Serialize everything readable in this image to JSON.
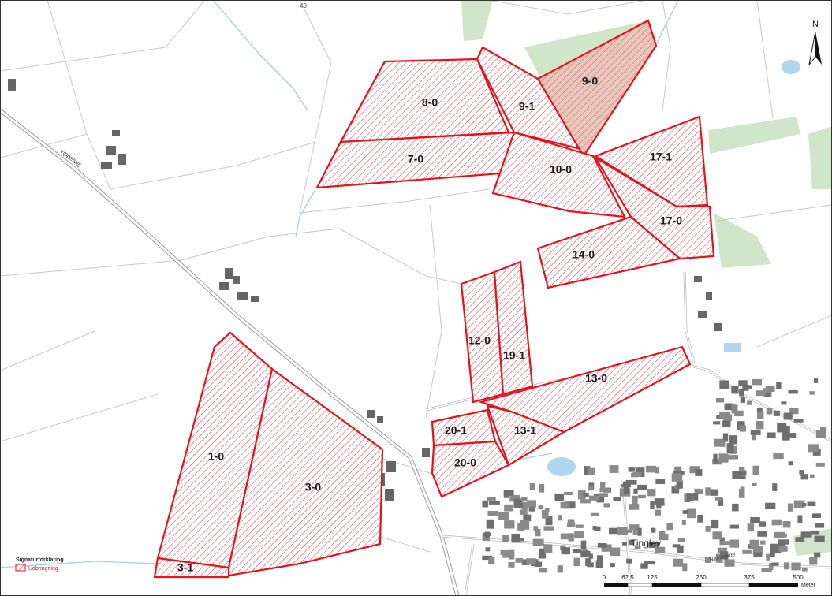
{
  "parcels": [
    {
      "id": "8-0"
    },
    {
      "id": "7-0"
    },
    {
      "id": "9-1"
    },
    {
      "id": "9-0"
    },
    {
      "id": "10-0"
    },
    {
      "id": "17-1"
    },
    {
      "id": "17-0"
    },
    {
      "id": "14-0"
    },
    {
      "id": "12-0"
    },
    {
      "id": "19-1"
    },
    {
      "id": "13-0"
    },
    {
      "id": "13-1"
    },
    {
      "id": "20-1"
    },
    {
      "id": "20-0"
    },
    {
      "id": "1-0"
    },
    {
      "id": "3-0"
    },
    {
      "id": "3-1"
    }
  ],
  "place_labels": {
    "town": "Tinglev",
    "road": "Vippelvej",
    "road_b": "Nørregade",
    "top_number": "49"
  },
  "north_arrow": {
    "label": "N"
  },
  "legend": {
    "title": "Signaturforklaring",
    "item": "Udbringning"
  },
  "scale_bar": {
    "ticks": [
      "0",
      "62,5",
      "125",
      "250",
      "375",
      "500"
    ],
    "unit": "Meter"
  },
  "colors": {
    "parcel_outline": "#e0141e",
    "hatch": "#e0141e",
    "tinted_fill": "#e8c8bc",
    "vegetation": "#cfe6c9",
    "water": "#aed6ee",
    "buildings": "#666666"
  }
}
